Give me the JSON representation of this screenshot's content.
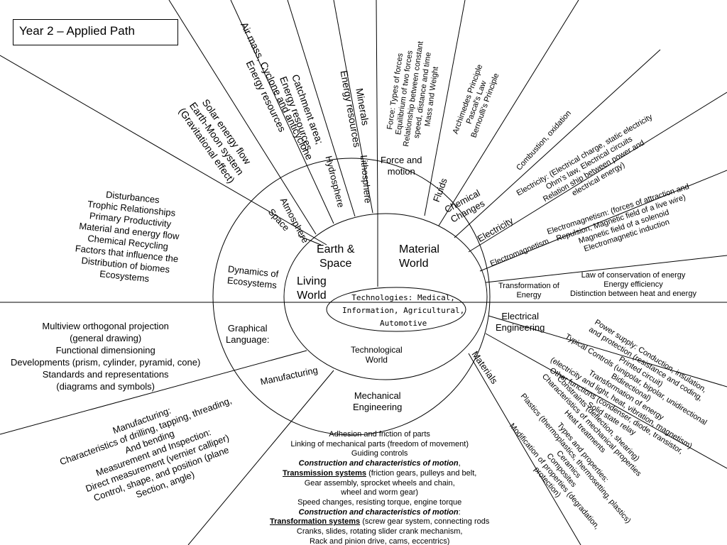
{
  "title": "Year 2 – Applied Path",
  "core": {
    "earth_space": [
      "Earth &",
      "Space"
    ],
    "material_world": [
      "Material",
      "World"
    ],
    "living_world": [
      "Living",
      "World"
    ],
    "technological_world": [
      "Technological",
      "World"
    ],
    "technologies": [
      "Technologies: Medical,",
      "Information, Agricultural,",
      "Automotive"
    ]
  },
  "ring": {
    "space": "Space",
    "atmosphere": "Atmosphere",
    "hydrosphere": "Hydrosphere",
    "lithosphere": "Lithosphere",
    "force_motion": [
      "Force and",
      "motion"
    ],
    "fluids": "Fluids",
    "chemical_changes": [
      "Chemical",
      "Changes"
    ],
    "electricity": "Electricity",
    "electromagnetism": "Electromagnetism",
    "transformation_energy": [
      "Transformation of",
      "Energy"
    ],
    "electrical_engineering": [
      "Electrical",
      "Engineering"
    ],
    "materials": "Materials",
    "mechanical_engineering": [
      "Mechanical",
      "Engineering"
    ],
    "manufacturing": "Manufacturing",
    "graphical_language": [
      "Graphical",
      "Language:"
    ],
    "dynamics_ecosystems": [
      "Dynamics of",
      "Ecosystems"
    ]
  },
  "outer": {
    "space_topics": [
      "Solar energy flow",
      "Earth-Moon system",
      "(Gravitational effect)"
    ],
    "atmosphere_topics": [
      "Air mass, Cyclone and anticyclone",
      "Energy resources"
    ],
    "hydrosphere_topics": [
      "Catchment area;",
      "Energy resources"
    ],
    "lithosphere_topics": [
      "Minerals",
      "Energy resources"
    ],
    "force_topics": [
      "Force: Types of forces",
      "Equilibrium of two forces",
      "Relationship between constant",
      "speed, distance and time",
      "Mass and Weight"
    ],
    "fluids_topics": [
      "Archimedes Principle",
      "Pascal's Law",
      "Bernoulli's Principle"
    ],
    "chemical_topics": [
      "Combustion, oxidation"
    ],
    "electricity_topics": [
      "Electricity: (Electrical charge, static electricity",
      "Ohm's law, Electrical circuits",
      "Relation ship between power and",
      "electrical energy)"
    ],
    "electromagnetism_topics": [
      "Electromagnetism: (forces of attraction and",
      "Repulsion, Magnetic field of a live wire)",
      "Magnetic field of a solenoid",
      "Electromagnetic induction"
    ],
    "energy_topics": [
      "Law of conservation of energy",
      "Energy efficiency",
      "Distinction between heat and energy"
    ],
    "electrical_engineering_topics": [
      "Power supply: Conduction, insulation,",
      "and protection (resistance and coding,",
      "Printed circuit)",
      "Typical Controls (unipolar, bipolar, unidirectional",
      "Bidirectional)",
      "Transformation of energy",
      "(electricity and light, heat, vibration, magnetism)",
      "Other functions (condenser, diode, transistor,",
      "Solid state relay"
    ],
    "materials_topics_a": [
      "Constraints (deflection, shearing)",
      "Characteristics of mechanical properties",
      "Heat treatments"
    ],
    "materials_topics_b": [
      "Types and properties:",
      "Plastics (thermoplastics, thermosetting, plastics)",
      "Ceramics",
      "Composites",
      "Modification of properties (degradation,",
      "protection)"
    ],
    "ecosystem_topics": [
      "Disturbances",
      "Trophic Relationships",
      "Primary Productivity",
      "Material and energy flow",
      "Chemical Recycling",
      "Factors that influence the",
      "Distribution of biomes",
      "Ecosystems"
    ],
    "graphical_topics": [
      "Multiview orthogonal projection",
      "(general drawing)",
      "Functional dimensioning",
      "Developments (prism, cylinder, pyramid, cone)",
      "Standards and representations",
      "(diagrams and symbols)"
    ],
    "manufacturing_topics": [
      "Manufacturing:",
      "Characteristics of drilling, tapping, threading,",
      "And bending",
      "Measurement and Inspection:",
      "Direct measurement (vernier calliper)",
      "Control, shape, and position (plane",
      "Section, angle)"
    ],
    "mechanical_topics": {
      "l1": "Adhesion and friction of parts",
      "l2": "Linking of mechanical parts (freedom of movement)",
      "l3": "Guiding controls",
      "l4": "Construction and characteristics of motion",
      "l4_tail": ",",
      "l5_bold": "Transmission systems",
      "l5_rest": " (friction gears, pulleys and belt,",
      "l6": "Gear assembly, sprocket wheels and chain,",
      "l7": "wheel and worm gear)",
      "l8": "Speed changes, resisting torque, engine torque",
      "l9": "Construction and characteristics of motion",
      "l9_tail": ":",
      "l10_bold": "Transformation systems",
      "l10_rest": "  (screw gear system, connecting rods",
      "l11": "Cranks, slides, rotating slider crank mechanism,",
      "l12": "Rack and pinion drive, cams, eccentrics)"
    }
  }
}
